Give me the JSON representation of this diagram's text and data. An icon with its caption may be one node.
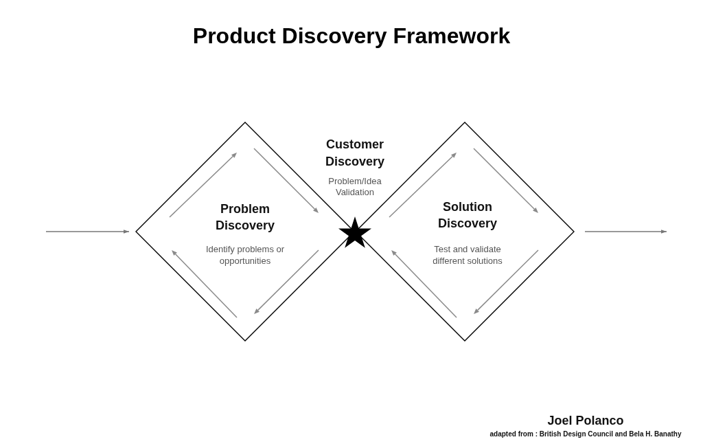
{
  "diagram": {
    "title": "Product Discovery Framework",
    "nodes": [
      {
        "text": [
          "Problem Discovery",
          "Identify problems or opportunities"
        ]
      },
      {
        "text": [],
        "shape": "star"
      },
      {
        "text": [
          "Solution Discovery",
          "Test and validate different solutions"
        ]
      }
    ],
    "edges": [
      {
        "from": null,
        "to": 0,
        "arrow": "to"
      },
      {
        "from": 2,
        "to": null,
        "arrow": "to"
      }
    ],
    "labels": [
      "Customer Discovery",
      "Problem/Idea Validation",
      "Joel Polanco",
      "adapted from : British Design Council and Bela H. Banathy"
    ]
  }
}
